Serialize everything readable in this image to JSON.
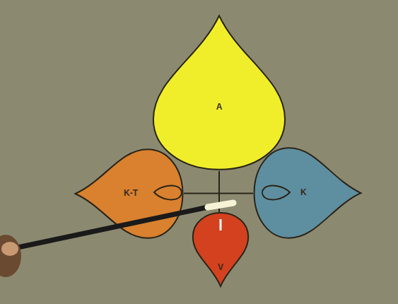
{
  "diagram": {
    "nodes": [
      {
        "text": [
          "A"
        ]
      },
      {
        "text": [
          "K-T"
        ]
      },
      {
        "text": [
          "K"
        ]
      },
      {
        "text": [
          "V"
        ]
      }
    ],
    "edges": [
      {
        "from": 1,
        "to": 2,
        "arrow": "none"
      },
      {
        "from": 0,
        "to": 3,
        "arrow": "none"
      }
    ]
  }
}
